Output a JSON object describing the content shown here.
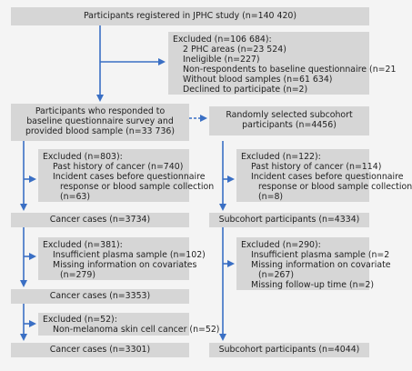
{
  "registered": "Participants registered in JPHC study (n=140 420)",
  "excluded1": {
    "title": "Excluded (n=106 684):",
    "items": [
      "2 PHC areas (n=23 524)",
      "Ineligible (n=227)",
      "Non-respondents to baseline questionnaire (n=21",
      "Without blood samples (n=61 634)",
      "Declined to participate (n=2)"
    ]
  },
  "responded": [
    "Participants who responded to",
    "baseline questionnaire survey and",
    "provided blood sample (n=33 736)"
  ],
  "subcohort_selected": [
    "Randomly selected subcohort",
    "participants (n=4456)"
  ],
  "excluded_left_a": {
    "title": "Excluded (n=803):",
    "item1": "Past history of cancer (n=740)",
    "item2": [
      "Incident cases before questionnaire",
      "response or blood sample collection",
      "(n=63)"
    ]
  },
  "excluded_right_a": {
    "title": "Excluded (n=122):",
    "item1": "Past history of cancer (n=114)",
    "item2": [
      "Incident cases before questionnaire",
      "response or blood sample collection",
      "(n=8)"
    ]
  },
  "cancer_cases_1": "Cancer cases (n=3734)",
  "subcohort_1": "Subcohort participants (n=4334)",
  "excluded_left_b": {
    "title": "Excluded (n=381):",
    "item1": "Insufficient plasma sample (n=102)",
    "item2": [
      "Missing information on covariates",
      "(n=279)"
    ]
  },
  "excluded_right_b": {
    "title": "Excluded (n=290):",
    "item1": "Insufficient plasma sample (n=2",
    "item2": [
      "Missing information on covariate",
      "(n=267)"
    ],
    "item3": "Missing follow-up time (n=2)"
  },
  "cancer_cases_2": "Cancer cases (n=3353)",
  "excluded_left_c": {
    "title": "Excluded (n=52):",
    "item1": "Non-melanoma skin cell cancer (n=52)"
  },
  "cancer_cases_3": "Cancer cases (n=3301)",
  "subcohort_2": "Subcohort participants (n=4044)",
  "colors": {
    "box": "#d6d6d6",
    "arrow": "#3a6fc4",
    "background": "#f4f4f4"
  }
}
